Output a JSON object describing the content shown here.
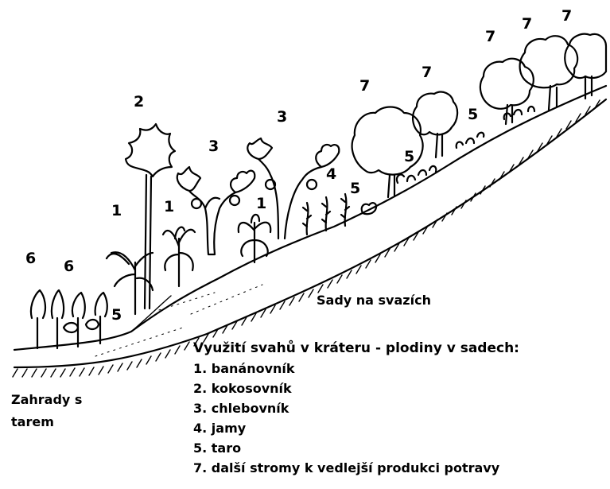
{
  "labels": {
    "orchards_on_slopes": "Sady na svazích",
    "gardens_line1": "Zahrady s",
    "gardens_line2": "tarem"
  },
  "legend": {
    "title": "Využití svahů v kráteru - plodiny v sadech:",
    "items": [
      "1. banánovník",
      "2. kokosovník",
      "3. chlebovník",
      "4. jamy",
      "5. taro",
      "7. další stromy k vedlejší produkci potravy"
    ]
  },
  "markers": [
    "6",
    "6",
    "5",
    "1",
    "1",
    "1",
    "2",
    "3",
    "3",
    "4",
    "5",
    "5",
    "5",
    "7",
    "7",
    "7",
    "7",
    "7"
  ]
}
